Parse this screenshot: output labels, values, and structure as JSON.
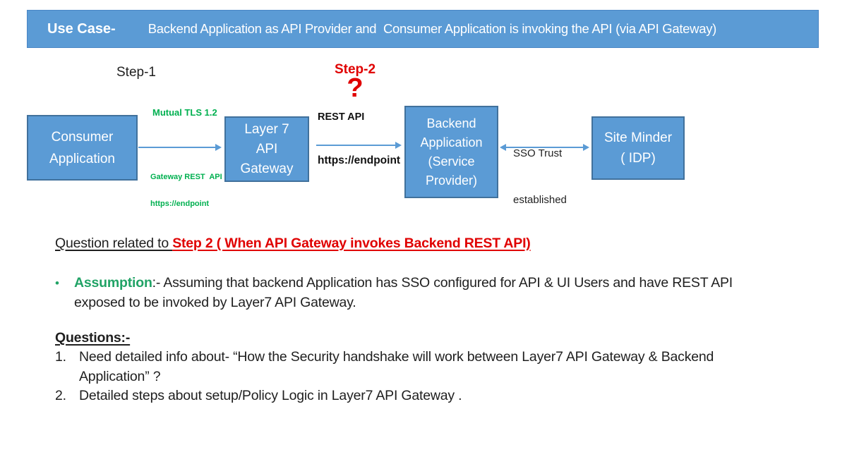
{
  "colors": {
    "box_fill": "#5b9bd5",
    "box_border": "#41719c",
    "arrow_blue": "#5b9bd5",
    "label_green": "#00b050",
    "assumption_green": "#21a366",
    "accent_red": "#e00000"
  },
  "header": {
    "label": "Use Case-",
    "title": "Backend Application as API Provider and  Consumer Application is invoking the API (via API Gateway)"
  },
  "diagram": {
    "step1": "Step-1",
    "step2": "Step-2",
    "question_mark": "?",
    "consumer": {
      "line1": "Consumer",
      "line2": "Application"
    },
    "gateway": {
      "line1": "Layer 7",
      "line2": "API",
      "line3": "Gateway"
    },
    "backend": {
      "line1": "Backend",
      "line2": "Application",
      "line3": "(Service",
      "line4": "Provider)"
    },
    "idp": {
      "line1": "Site Minder",
      "line2": "( IDP)"
    },
    "arrow1": {
      "label_top": "Mutual TLS 1.2",
      "label_bottom_line1": "Gateway REST  API",
      "label_bottom_line2": "https://endpoint"
    },
    "arrow2": {
      "label_top": "REST API",
      "label_bottom": "https://endpoint"
    },
    "arrow3": {
      "label_line1": "SSO Trust",
      "label_line2": "established"
    }
  },
  "content": {
    "question_heading": {
      "black": "Question related to ",
      "red": "Step 2 ( When API Gateway invokes Backend REST API)"
    },
    "assumption": {
      "bullet": "•",
      "label": "Assumption",
      "text_line1": ":- Assuming that backend Application has SSO configured for API & UI Users and have REST API",
      "text_line2": "exposed to be invoked by Layer7 API Gateway."
    },
    "questions_heading": "Questions:-",
    "items": [
      {
        "number": "1.",
        "lines": [
          "Need detailed info about- “How the Security handshake will work between Layer7 API Gateway & Backend",
          "Application” ?"
        ]
      },
      {
        "number": "2.",
        "lines": [
          "Detailed steps about setup/Policy Logic in Layer7 API Gateway ."
        ]
      }
    ]
  }
}
